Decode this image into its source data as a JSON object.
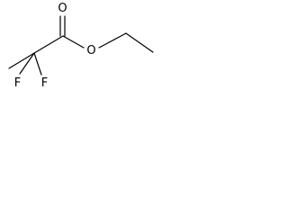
{
  "molecule": {
    "atoms": {
      "oxygen_carbonyl": "O",
      "oxygen_ester": "O",
      "fluorine_left": "F",
      "fluorine_right": "F"
    }
  },
  "colors": {
    "bond": "#000000",
    "label": "#000000",
    "background": "#ffffff"
  }
}
